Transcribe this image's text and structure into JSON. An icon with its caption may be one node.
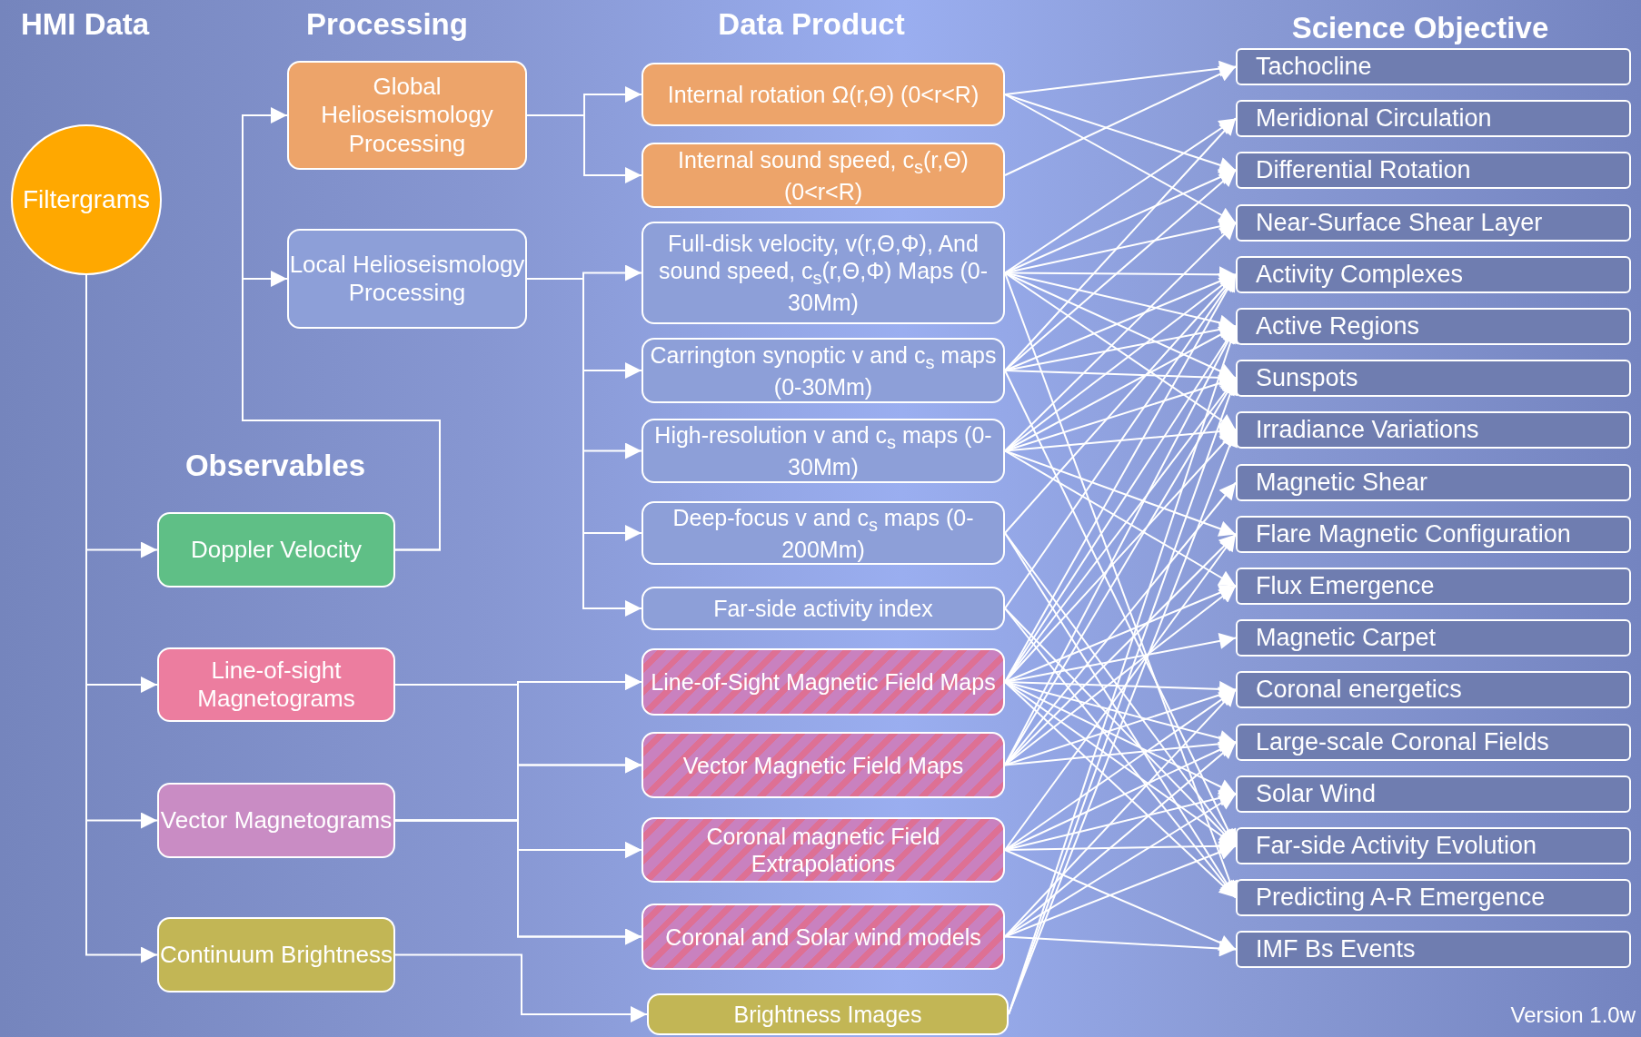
{
  "diagram": {
    "nodes": [
      {
        "text": [
          "Filtergrams"
        ]
      },
      {
        "text": [
          "Global Helioseismology Processing"
        ]
      },
      {
        "text": [
          "Local Helioseismology Processing"
        ]
      },
      {
        "text": [
          "Doppler Velocity"
        ]
      },
      {
        "text": [
          "Line-of-sight Magnetograms"
        ]
      },
      {
        "text": [
          "Vector Magnetograms"
        ]
      },
      {
        "text": [
          "Continuum Brightness"
        ]
      },
      {
        "text": [
          "Internal rotation Ω(r,Θ) (0<r<R)"
        ]
      },
      {
        "text": [
          "Internal sound speed, c$_{s}$(r,Θ) (0<r<R)"
        ]
      },
      {
        "text": [
          "Full-disk velocity, v(r,Θ,Φ), And sound speed, c$_{s}$(r,Θ,Φ) Maps (0-30Mm)"
        ]
      },
      {
        "text": [
          "Carrington synoptic v and c$_{s}$ maps (0-30Mm)"
        ]
      },
      {
        "text": [
          "High-resolution v and c$_{s}$ maps (0-30Mm)"
        ]
      },
      {
        "text": [
          "Deep-focus v and c$_{s}$ maps (0-200Mm)"
        ]
      },
      {
        "text": [
          "Far-side activity index"
        ]
      },
      {
        "text": [
          "Line-of-Sight Magnetic Field Maps"
        ]
      },
      {
        "text": [
          "Vector Magnetic Field Maps"
        ]
      },
      {
        "text": [
          "Coronal magnetic Field Extrapolations"
        ]
      },
      {
        "text": [
          "Coronal and Solar wind models"
        ]
      },
      {
        "text": [
          "Brightness Images"
        ]
      },
      {
        "text": [
          "Tachocline"
        ]
      },
      {
        "text": [
          "Meridional Circulation"
        ]
      },
      {
        "text": [
          "Differential Rotation"
        ]
      },
      {
        "text": [
          "Near-Surface Shear Layer"
        ]
      },
      {
        "text": [
          "Activity Complexes"
        ]
      },
      {
        "text": [
          "Active Regions"
        ]
      },
      {
        "text": [
          "Sunspots"
        ]
      },
      {
        "text": [
          "Irradiance Variations"
        ]
      },
      {
        "text": [
          "Magnetic Shear"
        ]
      },
      {
        "text": [
          "Flare Magnetic Configuration"
        ]
      },
      {
        "text": [
          "Flux Emergence"
        ]
      },
      {
        "text": [
          "Magnetic Carpet"
        ]
      },
      {
        "text": [
          "Coronal energetics"
        ]
      },
      {
        "text": [
          "Large-scale Coronal Fields"
        ]
      },
      {
        "text": [
          "Solar Wind"
        ]
      },
      {
        "text": [
          "Far-side Activity Evolution"
        ]
      },
      {
        "text": [
          "Predicting A-R Emergence"
        ]
      },
      {
        "text": [
          "IMF Bs Events"
        ]
      }
    ],
    "edges": [
      {
        "from": 0,
        "to": 3,
        "arrow": "to"
      },
      {
        "from": 0,
        "to": 4,
        "arrow": "to"
      },
      {
        "from": 0,
        "to": 5,
        "arrow": "to"
      },
      {
        "from": 0,
        "to": 6,
        "arrow": "to"
      },
      {
        "from": 3,
        "to": 1,
        "arrow": "to"
      },
      {
        "from": 3,
        "to": 2,
        "arrow": "to"
      },
      {
        "from": 1,
        "to": 7,
        "arrow": "to"
      },
      {
        "from": 1,
        "to": 8,
        "arrow": "to"
      },
      {
        "from": 2,
        "to": 9,
        "arrow": "to"
      },
      {
        "from": 2,
        "to": 10,
        "arrow": "to"
      },
      {
        "from": 2,
        "to": 11,
        "arrow": "to"
      },
      {
        "from": 2,
        "to": 12,
        "arrow": "to"
      },
      {
        "from": 2,
        "to": 13,
        "arrow": "to"
      },
      {
        "from": 4,
        "to": 14,
        "arrow": "to"
      },
      {
        "from": 4,
        "to": 15,
        "arrow": "to"
      },
      {
        "from": 4,
        "to": 16,
        "arrow": "to"
      },
      {
        "from": 4,
        "to": 17,
        "arrow": "to"
      },
      {
        "from": 5,
        "to": 14,
        "arrow": "to"
      },
      {
        "from": 5,
        "to": 15,
        "arrow": "to"
      },
      {
        "from": 5,
        "to": 16,
        "arrow": "to"
      },
      {
        "from": 5,
        "to": 17,
        "arrow": "to"
      },
      {
        "from": 6,
        "to": 18,
        "arrow": "to"
      },
      {
        "from": 7,
        "to": 19,
        "arrow": "to"
      },
      {
        "from": 7,
        "to": 21,
        "arrow": "to"
      },
      {
        "from": 7,
        "to": 22,
        "arrow": "to"
      },
      {
        "from": 8,
        "to": 19,
        "arrow": "to"
      },
      {
        "from": 9,
        "to": 20,
        "arrow": "to"
      },
      {
        "from": 9,
        "to": 21,
        "arrow": "to"
      },
      {
        "from": 9,
        "to": 22,
        "arrow": "to"
      },
      {
        "from": 9,
        "to": 23,
        "arrow": "to"
      },
      {
        "from": 9,
        "to": 24,
        "arrow": "to"
      },
      {
        "from": 9,
        "to": 25,
        "arrow": "to"
      },
      {
        "from": 9,
        "to": 26,
        "arrow": "to"
      },
      {
        "from": 9,
        "to": 35,
        "arrow": "to"
      },
      {
        "from": 10,
        "to": 20,
        "arrow": "to"
      },
      {
        "from": 10,
        "to": 21,
        "arrow": "to"
      },
      {
        "from": 10,
        "to": 23,
        "arrow": "to"
      },
      {
        "from": 10,
        "to": 24,
        "arrow": "to"
      },
      {
        "from": 10,
        "to": 25,
        "arrow": "to"
      },
      {
        "from": 10,
        "to": 34,
        "arrow": "to"
      },
      {
        "from": 11,
        "to": 22,
        "arrow": "to"
      },
      {
        "from": 11,
        "to": 23,
        "arrow": "to"
      },
      {
        "from": 11,
        "to": 24,
        "arrow": "to"
      },
      {
        "from": 11,
        "to": 25,
        "arrow": "to"
      },
      {
        "from": 11,
        "to": 26,
        "arrow": "to"
      },
      {
        "from": 11,
        "to": 28,
        "arrow": "to"
      },
      {
        "from": 11,
        "to": 29,
        "arrow": "to"
      },
      {
        "from": 12,
        "to": 23,
        "arrow": "to"
      },
      {
        "from": 12,
        "to": 34,
        "arrow": "to"
      },
      {
        "from": 12,
        "to": 35,
        "arrow": "to"
      },
      {
        "from": 13,
        "to": 23,
        "arrow": "to"
      },
      {
        "from": 13,
        "to": 34,
        "arrow": "to"
      },
      {
        "from": 13,
        "to": 35,
        "arrow": "to"
      },
      {
        "from": 14,
        "to": 23,
        "arrow": "to"
      },
      {
        "from": 14,
        "to": 24,
        "arrow": "to"
      },
      {
        "from": 14,
        "to": 25,
        "arrow": "to"
      },
      {
        "from": 14,
        "to": 26,
        "arrow": "to"
      },
      {
        "from": 14,
        "to": 29,
        "arrow": "to"
      },
      {
        "from": 14,
        "to": 30,
        "arrow": "to"
      },
      {
        "from": 14,
        "to": 31,
        "arrow": "to"
      },
      {
        "from": 14,
        "to": 32,
        "arrow": "to"
      },
      {
        "from": 14,
        "to": 33,
        "arrow": "to"
      },
      {
        "from": 14,
        "to": 34,
        "arrow": "to"
      },
      {
        "from": 14,
        "to": 35,
        "arrow": "to"
      },
      {
        "from": 15,
        "to": 24,
        "arrow": "to"
      },
      {
        "from": 15,
        "to": 25,
        "arrow": "to"
      },
      {
        "from": 15,
        "to": 27,
        "arrow": "to"
      },
      {
        "from": 15,
        "to": 28,
        "arrow": "to"
      },
      {
        "from": 15,
        "to": 29,
        "arrow": "to"
      },
      {
        "from": 15,
        "to": 31,
        "arrow": "to"
      },
      {
        "from": 15,
        "to": 32,
        "arrow": "to"
      },
      {
        "from": 16,
        "to": 28,
        "arrow": "to"
      },
      {
        "from": 16,
        "to": 31,
        "arrow": "to"
      },
      {
        "from": 16,
        "to": 32,
        "arrow": "to"
      },
      {
        "from": 16,
        "to": 33,
        "arrow": "to"
      },
      {
        "from": 16,
        "to": 34,
        "arrow": "to"
      },
      {
        "from": 16,
        "to": 36,
        "arrow": "to"
      },
      {
        "from": 17,
        "to": 31,
        "arrow": "to"
      },
      {
        "from": 17,
        "to": 32,
        "arrow": "to"
      },
      {
        "from": 17,
        "to": 33,
        "arrow": "to"
      },
      {
        "from": 17,
        "to": 34,
        "arrow": "to"
      },
      {
        "from": 17,
        "to": 36,
        "arrow": "to"
      },
      {
        "from": 18,
        "to": 24,
        "arrow": "to"
      },
      {
        "from": 18,
        "to": 25,
        "arrow": "to"
      },
      {
        "from": 18,
        "to": 26,
        "arrow": "to"
      }
    ],
    "labels": [
      "HMI Data",
      "Processing",
      "Data Product",
      "Science Objective",
      "Observables",
      "Version 1.0w"
    ]
  }
}
